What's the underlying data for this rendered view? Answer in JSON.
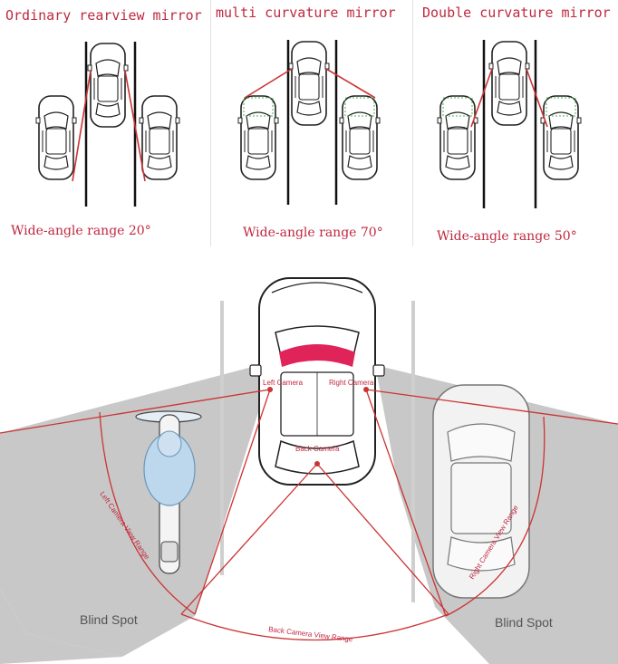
{
  "panels": [
    {
      "title": "Ordinary rearview mirror",
      "caption": "Wide-angle range 20°"
    },
    {
      "title": "multi curvature mirror",
      "caption": "Wide-angle range 70°"
    },
    {
      "title": "Double curvature mirror",
      "caption": "Wide-angle range 50°"
    }
  ],
  "diagram": {
    "left_camera": "Left Camera",
    "right_camera": "Right Camera",
    "back_camera": "Back Camera",
    "left_range": "Left Camera View Range",
    "right_range": "Right Camera View Range",
    "back_range": "Back Camera View Range",
    "blind_spot_left": "Blind Spot",
    "blind_spot_right": "Blind Spot"
  },
  "colors": {
    "label_red": "#c0283f",
    "ray_red": "#cc3333",
    "zone_gray": "#c8c8c8",
    "car_outline": "#222222",
    "mirror_green": "#4caf50"
  }
}
